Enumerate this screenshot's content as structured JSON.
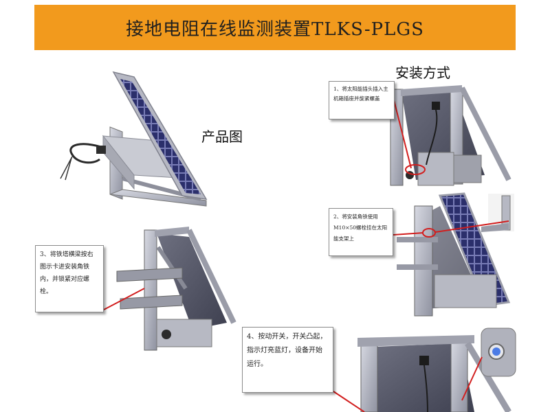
{
  "header": {
    "title": "接地电阻在线监测装置TLKS-PLGS",
    "background_color": "#f29a1d"
  },
  "labels": {
    "product_image": "产品图",
    "installation_method": "安装方式"
  },
  "steps": [
    {
      "text": "1、将太阳能插头插入主机箱插座并旋紧螺盖"
    },
    {
      "text": "2、将安装角铁使用M10×50螺栓挂在太阳能支架上"
    },
    {
      "text": "3、将铁塔横梁按右图示卡进安装角铁内，并锁紧对应螺栓。"
    },
    {
      "text": "4、按动开关，开关凸起，指示灯亮蓝灯，设备开始运行。"
    }
  ],
  "accent_colors": {
    "arrow": "#d21e1e",
    "panel_frame": "#a8aab6",
    "solar_cell": "#2b2f6b"
  }
}
